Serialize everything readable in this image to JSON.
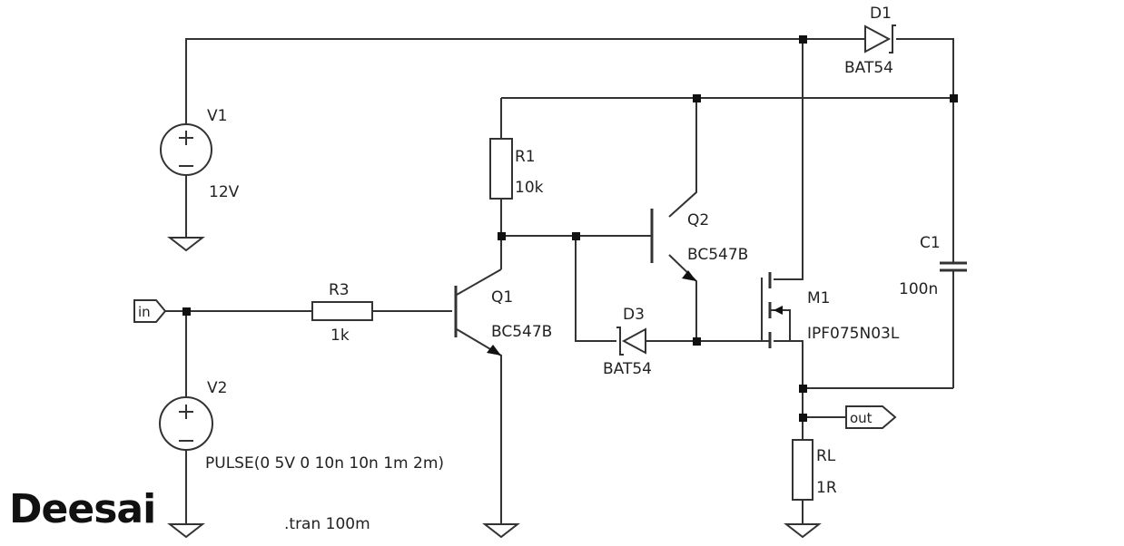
{
  "components": {
    "v1": {
      "name": "V1",
      "value": "12V"
    },
    "v2": {
      "name": "V2",
      "value": "PULSE(0 5V 0 10n 10n 1m 2m)"
    },
    "r1": {
      "name": "R1",
      "value": "10k"
    },
    "r3": {
      "name": "R3",
      "value": "1k"
    },
    "rl": {
      "name": "RL",
      "value": "1R"
    },
    "q1": {
      "name": "Q1",
      "value": "BC547B"
    },
    "q2": {
      "name": "Q2",
      "value": "BC547B"
    },
    "m1": {
      "name": "M1",
      "value": "IPF075N03L"
    },
    "c1": {
      "name": "C1",
      "value": "100n"
    },
    "d1": {
      "name": "D1",
      "value": "BAT54"
    },
    "d3": {
      "name": "D3",
      "value": "BAT54"
    }
  },
  "net_labels": {
    "input": "in",
    "output": "out"
  },
  "directive": ".tran 100m",
  "logo": "Deesai",
  "colors": {
    "wire": "#333333",
    "background": "#ffffff",
    "junction": "#111111"
  }
}
